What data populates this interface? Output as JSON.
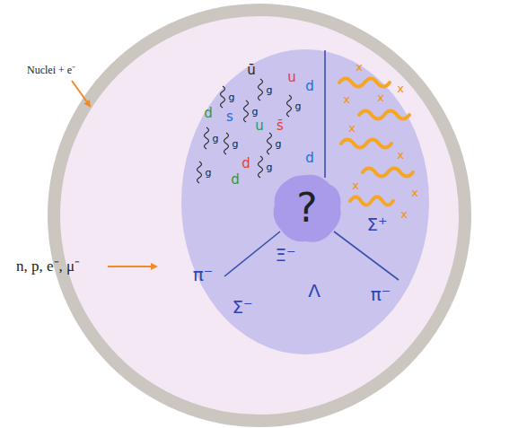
{
  "diagram": {
    "nodes": [
      {
        "text": [
          "?"
        ]
      }
    ],
    "labels": [
      "Nuclei + e⁻",
      "n, p, e⁻, μ⁻",
      "ū",
      "u",
      "d",
      "d",
      "s",
      "u",
      "s̄",
      "d",
      "d",
      "d",
      "g",
      "g",
      "g",
      "g",
      "g",
      "g",
      "g",
      "g",
      "g",
      "x",
      "x",
      "x",
      "x",
      "x",
      "x",
      "x",
      "x",
      "x",
      "π⁻",
      "Ξ⁻",
      "Σ⁺",
      "Σ⁻",
      "Λ",
      "π⁻"
    ]
  }
}
